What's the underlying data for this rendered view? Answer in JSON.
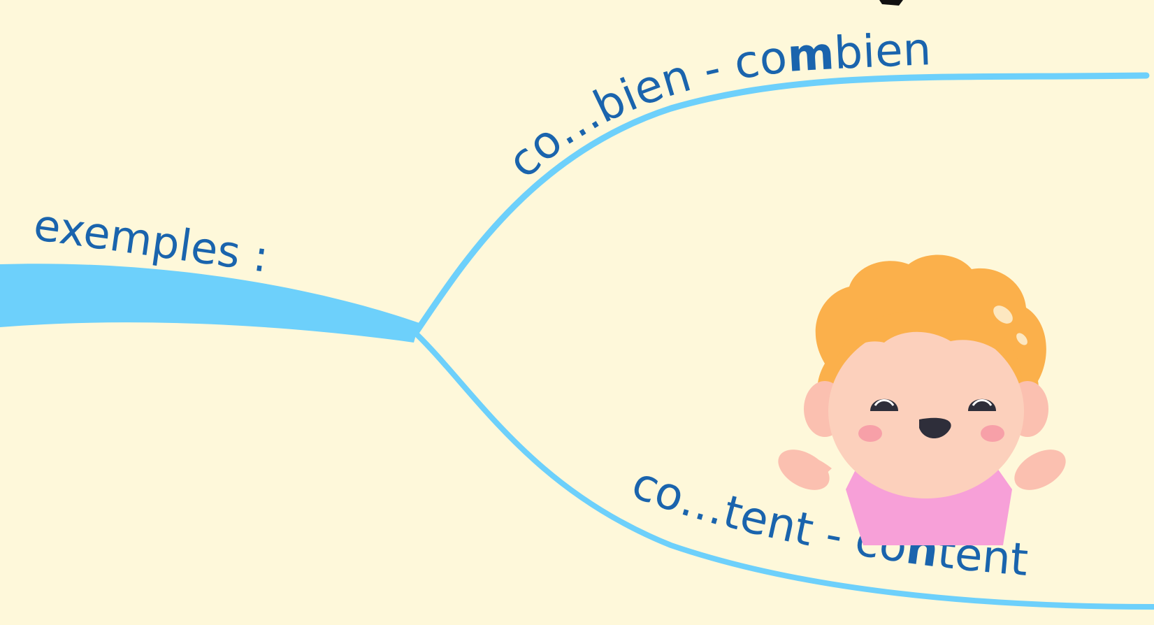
{
  "colors": {
    "background": "#fef8da",
    "branch": "#6dd0fb",
    "text": "#1a64ad"
  },
  "root": {
    "label": "exemples :"
  },
  "branches": [
    {
      "id": "top",
      "prefix": "co…bien - co",
      "highlight": "m",
      "suffix": "bien"
    },
    {
      "id": "bottom",
      "prefix": "co…tent - co",
      "highlight": "n",
      "suffix": "tent"
    }
  ],
  "illustration": {
    "icon": "happy-child-icon"
  }
}
